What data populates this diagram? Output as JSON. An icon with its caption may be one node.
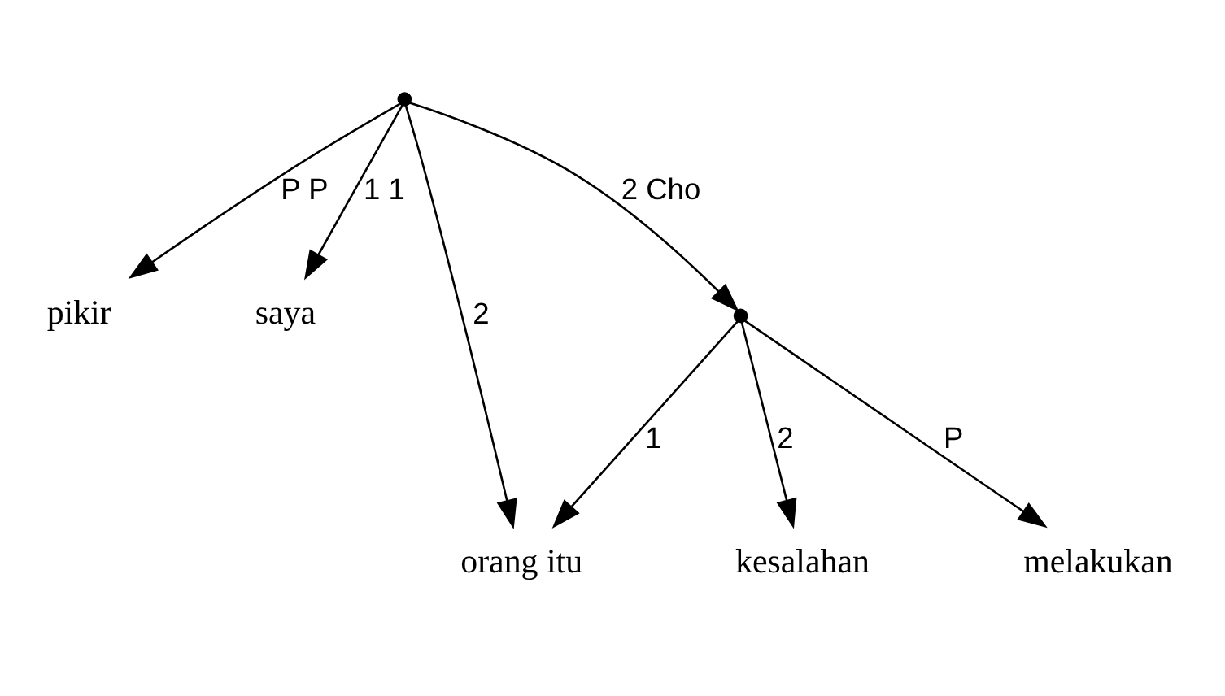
{
  "diagram": {
    "nodes": [
      {
        "text": [],
        "shape": "point"
      },
      {
        "text": [
          "pikir"
        ]
      },
      {
        "text": [
          "saya"
        ]
      },
      {
        "text": [
          "orang itu"
        ]
      },
      {
        "text": [],
        "shape": "point"
      },
      {
        "text": [
          "kesalahan"
        ]
      },
      {
        "text": [
          "melakukan"
        ]
      }
    ],
    "edges": [
      {
        "from": 0,
        "to": 1,
        "arrow": "to",
        "label": "P P"
      },
      {
        "from": 0,
        "to": 2,
        "arrow": "to",
        "label": "1 1"
      },
      {
        "from": 0,
        "to": 3,
        "arrow": "to",
        "label": "2"
      },
      {
        "from": 0,
        "to": 4,
        "arrow": "to",
        "label": "2 Cho"
      },
      {
        "from": 4,
        "to": 3,
        "arrow": "to",
        "label": "1"
      },
      {
        "from": 4,
        "to": 5,
        "arrow": "to",
        "label": "2"
      },
      {
        "from": 4,
        "to": 6,
        "arrow": "to",
        "label": "P"
      }
    ]
  }
}
